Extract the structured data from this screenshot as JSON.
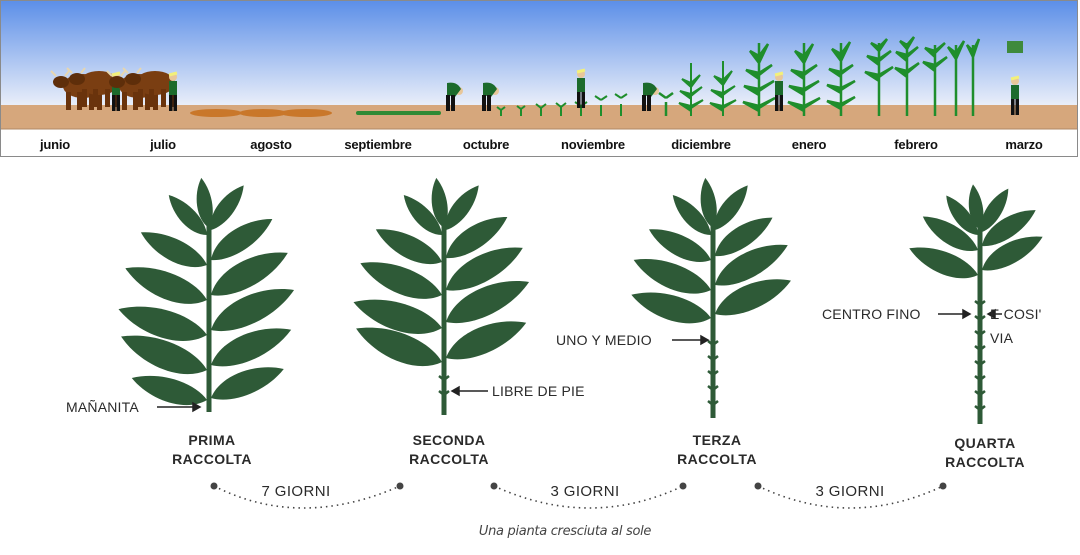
{
  "timeline": {
    "months": [
      "junio",
      "julio",
      "agosto",
      "septiembre",
      "octubre",
      "noviembre",
      "diciembre",
      "enero",
      "febrero",
      "marzo"
    ]
  },
  "stages": [
    {
      "line1": "PRIMA",
      "line2": "RACCOLTA",
      "leaf_label": "MAÑANITA"
    },
    {
      "line1": "SECONDA",
      "line2": "RACCOLTA",
      "leaf_label": "LIBRE DE PIE"
    },
    {
      "line1": "TERZA",
      "line2": "RACCOLTA",
      "leaf_label": "UNO Y MEDIO"
    },
    {
      "line1": "QUARTA",
      "line2": "RACCOLTA",
      "leaf_label": "CENTRO FINO",
      "extra_label_1": "E COSI'",
      "extra_label_2": "VIA"
    }
  ],
  "intervals": [
    "7 GIORNI",
    "3 GIORNI",
    "3 GIORNI"
  ],
  "caption": "Una pianta cresciuta al sole",
  "colors": {
    "sky_top": "#5c8fe8",
    "sky_bottom": "#e9eef9",
    "soil": "#d6a77c",
    "leaf": "#2e5a37",
    "young_plant": "#1f8e2c",
    "ox": "#7a3e12",
    "worker_shirt": "#1c6b2c"
  }
}
